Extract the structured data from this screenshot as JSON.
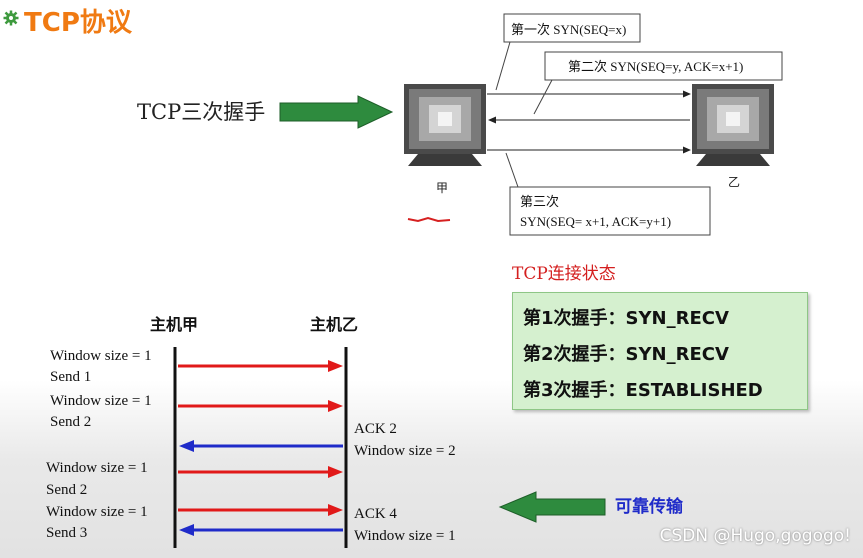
{
  "title": "TCP协议",
  "handshake": {
    "label": "TCP三次握手",
    "host_a": "甲",
    "host_b": "乙",
    "msg1": "第一次 SYN(SEQ=x)",
    "msg2": "第二次 SYN(SEQ=y, ACK=x+1)",
    "msg3_title": "第三次",
    "msg3_body": "SYN(SEQ= x+1, ACK=y+1)"
  },
  "status": {
    "heading": "TCP连接状态",
    "lines": [
      "第1次握手：SYN_RECV",
      "第2次握手：SYN_RECV",
      "第3次握手：ESTABLISHED"
    ]
  },
  "window": {
    "host_a": "主机甲",
    "host_b": "主机乙",
    "left_labels": [
      "Window size = 1",
      "Send 1",
      "Window size = 1",
      "Send 2",
      "Window size = 1",
      "Send 2",
      "Window size = 1",
      "Send 3"
    ],
    "right_labels": [
      "ACK 2",
      "Window size = 2",
      "ACK 4",
      "Window size = 1"
    ]
  },
  "reliable_label": "可靠传输",
  "watermark": "CSDN @Hugo,gogogo!",
  "colors": {
    "title": "#f07a12",
    "heading": "#d41f1f",
    "arrow_red": "#e11919",
    "arrow_blue": "#1f2bc9",
    "green_arrow": "#2e8b3e"
  },
  "icons": {
    "logo": "gear-logo-icon"
  }
}
